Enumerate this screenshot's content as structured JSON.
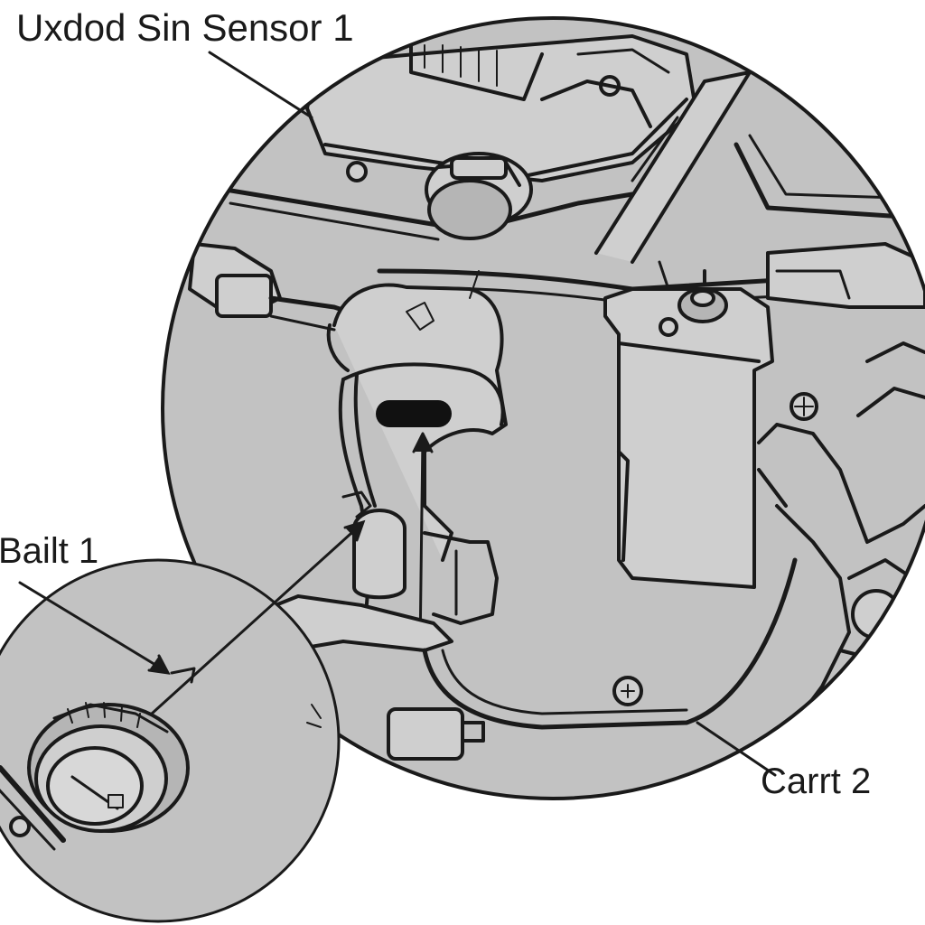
{
  "labels": {
    "top": "Uxdod Sin Sensor 1",
    "left": "Bailt 1",
    "right": "Carrt 2"
  },
  "colors": {
    "background": "#ffffff",
    "fill": "#c2c2c2",
    "fill_light": "#cfcfcf",
    "fill_dark": "#a9a9a9",
    "line": "#1a1a1a"
  }
}
